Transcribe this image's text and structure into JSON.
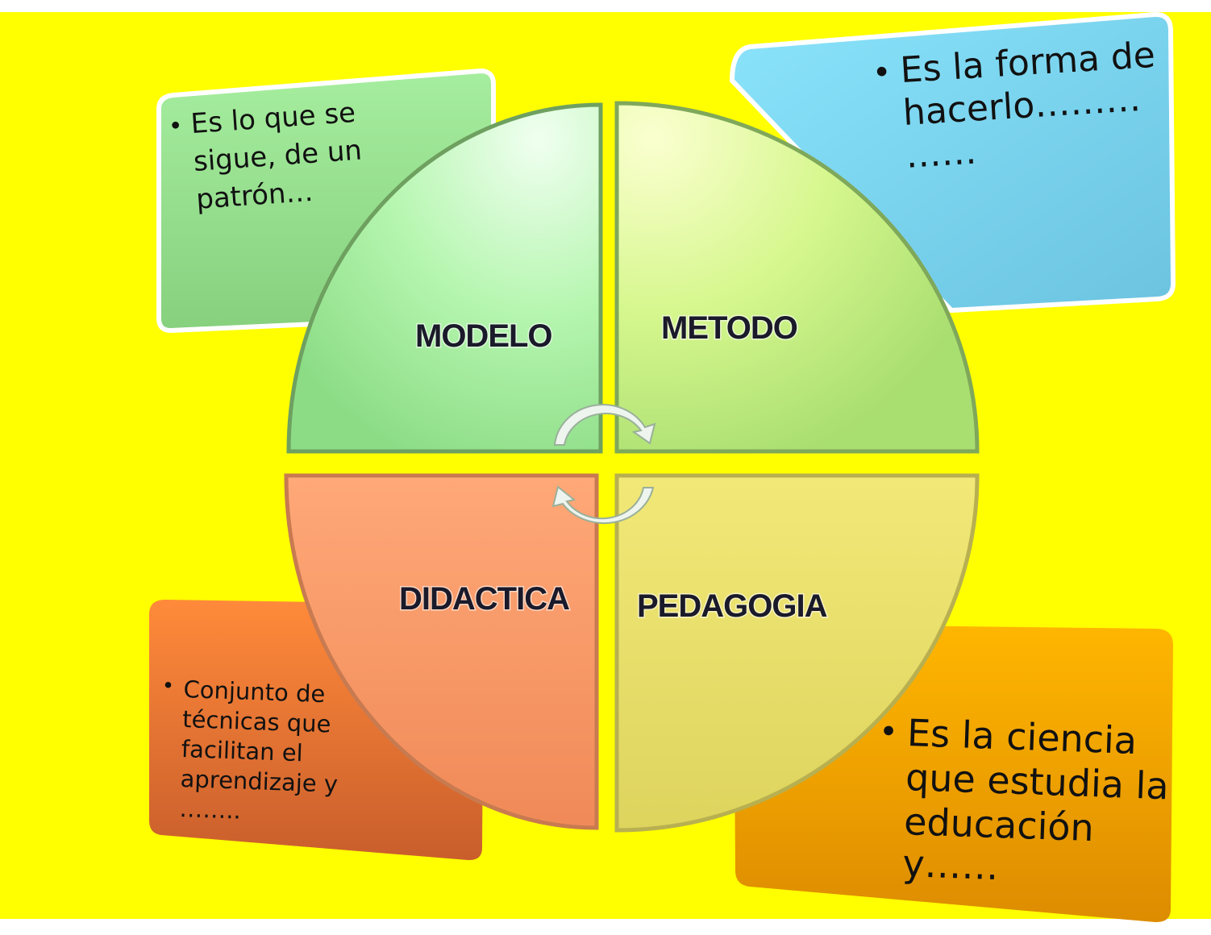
{
  "colors": {
    "background": "#ffff00",
    "modelo": "#a8f0a0",
    "metodo": "#d4f58a",
    "didactica": "#f7955c",
    "pedagogia": "#e8e070"
  },
  "quadrants": {
    "modelo": {
      "label": "MODELO"
    },
    "metodo": {
      "label": "METODO"
    },
    "didactica": {
      "label": "DIDACTICA"
    },
    "pedagogia": {
      "label": "PEDAGOGIA"
    }
  },
  "boxes": {
    "modelo": {
      "bullet": "•",
      "lines": [
        "Es lo que se",
        "sigue, de un",
        "patrón…"
      ]
    },
    "metodo": {
      "bullet": "•",
      "lines": [
        "Es la forma de",
        "hacerlo………",
        "……"
      ]
    },
    "didactica": {
      "bullet": "•",
      "lines": [
        "Conjunto de",
        "técnicas que",
        "facilitan el",
        "aprendizaje y",
        "…….."
      ]
    },
    "pedagogia": {
      "bullet": "•",
      "lines": [
        "Es la ciencia",
        "que estudia la",
        "educación",
        "y……"
      ]
    }
  },
  "icons": [
    "cycle-arrow-icon"
  ]
}
